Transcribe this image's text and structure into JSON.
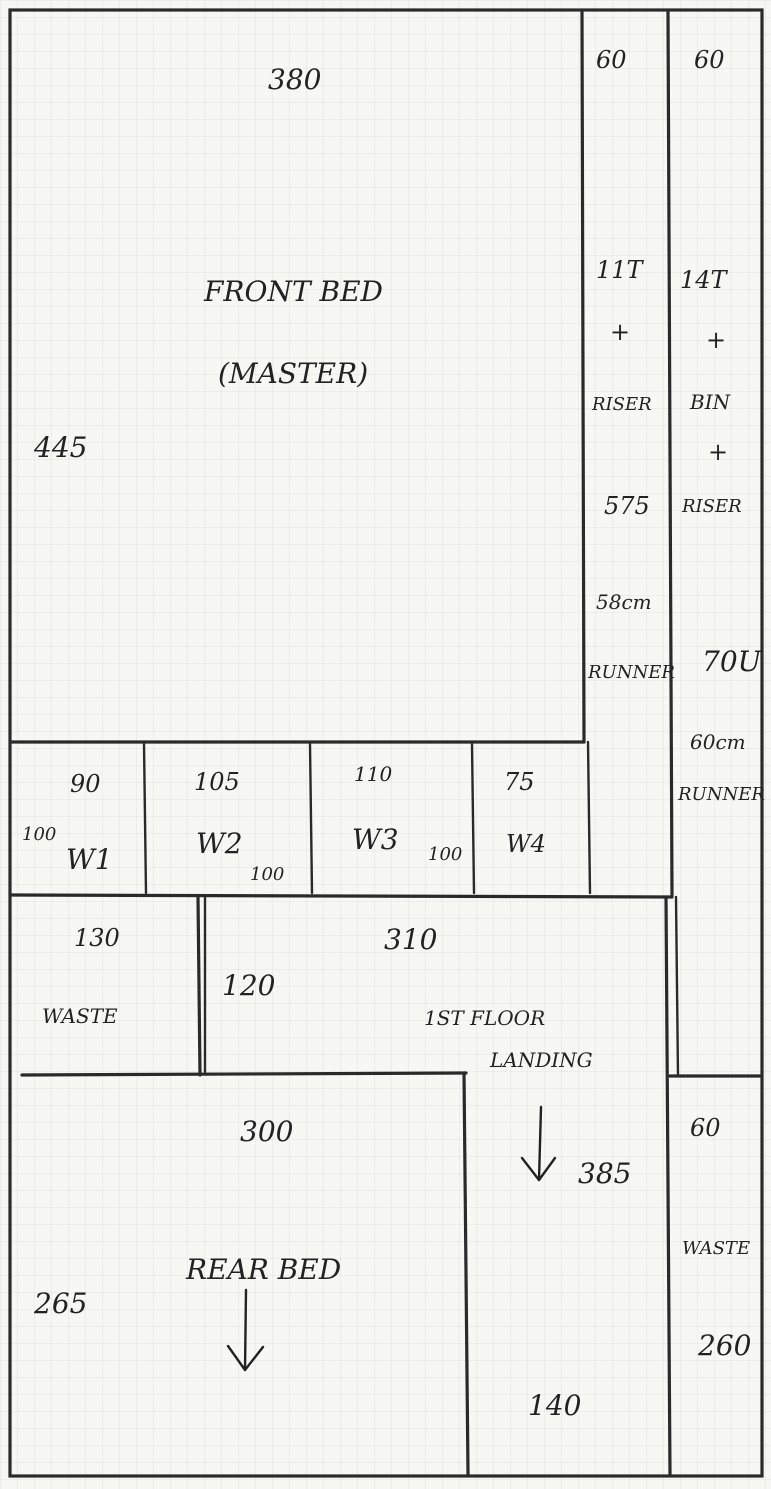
{
  "front_bed": {
    "width": "380",
    "depth": "445",
    "name": "FRONT BED",
    "subtitle": "(MASTER)"
  },
  "stair_col": {
    "top": "60",
    "l1": "11T",
    "l2": "+",
    "l3": "RISER",
    "l4": "575",
    "l5": "58cm",
    "l6": "RUNNER"
  },
  "right_col": {
    "top": "60",
    "l1": "14T",
    "l2": "+",
    "l3": "BIN",
    "l4": "+",
    "l5": "RISER",
    "l6": "70U",
    "l7": "60cm",
    "l8": "RUNNER"
  },
  "wardrobes": [
    {
      "name": "W1",
      "width": "90",
      "depth": "100"
    },
    {
      "name": "W2",
      "width": "105",
      "depth": "100"
    },
    {
      "name": "W3",
      "width": "110",
      "depth": "100"
    },
    {
      "name": "W4",
      "width": "75"
    }
  ],
  "waste_room": {
    "width": "130",
    "name": "WASTE"
  },
  "landing": {
    "width": "310",
    "depth": "120",
    "name_line1": "1ST FLOOR",
    "name_line2": "LANDING",
    "length": "385",
    "bottom": "140"
  },
  "rear_bed": {
    "width": "300",
    "depth": "265",
    "name": "REAR BED"
  },
  "waste_right": {
    "width": "60",
    "name": "WASTE",
    "depth": "260"
  }
}
